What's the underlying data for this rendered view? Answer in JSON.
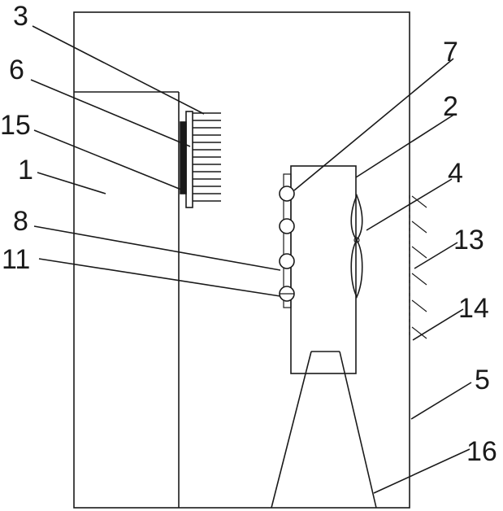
{
  "diagram": {
    "labels": {
      "l1": "1",
      "l2": "2",
      "l3": "3",
      "l4": "4",
      "l5": "5",
      "l6": "6",
      "l7": "7",
      "l8": "8",
      "l11": "11",
      "l13": "13",
      "l14": "14",
      "l15": "15",
      "l16": "16"
    }
  }
}
